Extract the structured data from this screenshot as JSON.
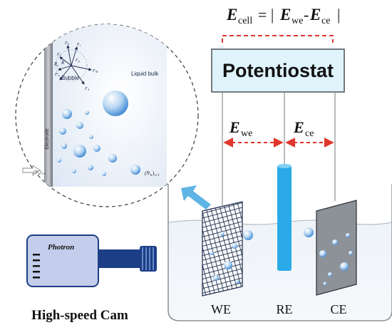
{
  "equation": {
    "e_cell_main": "E",
    "e_cell_sub": "cell",
    "mid": "= |",
    "e_we_main": "E",
    "e_we_sub": "we",
    "minus": "-",
    "e_ce_main": "E",
    "e_ce_sub": "ce",
    "close": "|"
  },
  "potentiostat": {
    "label": "Potentiostat"
  },
  "voltages": {
    "we_main": "E",
    "we_sub": "we",
    "ce_main": "E",
    "ce_sub": "ce"
  },
  "electrodes": {
    "we": "WE",
    "re": "RE",
    "ce": "CE"
  },
  "camera": {
    "brand": "Photron",
    "caption": "High-speed Cam"
  },
  "inset": {
    "electrode_label": "Electrode",
    "bubble_label": "Bubble",
    "liquid_label": "Liquid bulk",
    "radius_label": "R",
    "rc_label": "R",
    "rc_sub": "c",
    "forces": {
      "fb": "F",
      "fb_sub": "b",
      "fi": "F",
      "fi_sub": "i",
      "fy": "F",
      "fy_sub": "γ",
      "fp": "F",
      "fp_sub": "p",
      "fm": "F",
      "fm_sub": "M",
      "fd": "F",
      "fd_sub": "d",
      "fs": "F",
      "fs_sub": "s"
    },
    "flux_left": "(N",
    "flux_left_sub": "k",
    "flux_left_end": ")",
    "flux_left_tail": "t+1",
    "flux_right": "(N",
    "flux_right_sub": "k",
    "flux_right_end": ")",
    "flux_right_tail": "t+1"
  },
  "colors": {
    "potentiostat_fill": "#dff3fb",
    "re_rod": "#2aaae6",
    "arrow_blue": "#5fb4e4",
    "dashed_red": "#e0362b",
    "camera_body": "#1c3e86",
    "camera_face": "#c4cdeb"
  }
}
